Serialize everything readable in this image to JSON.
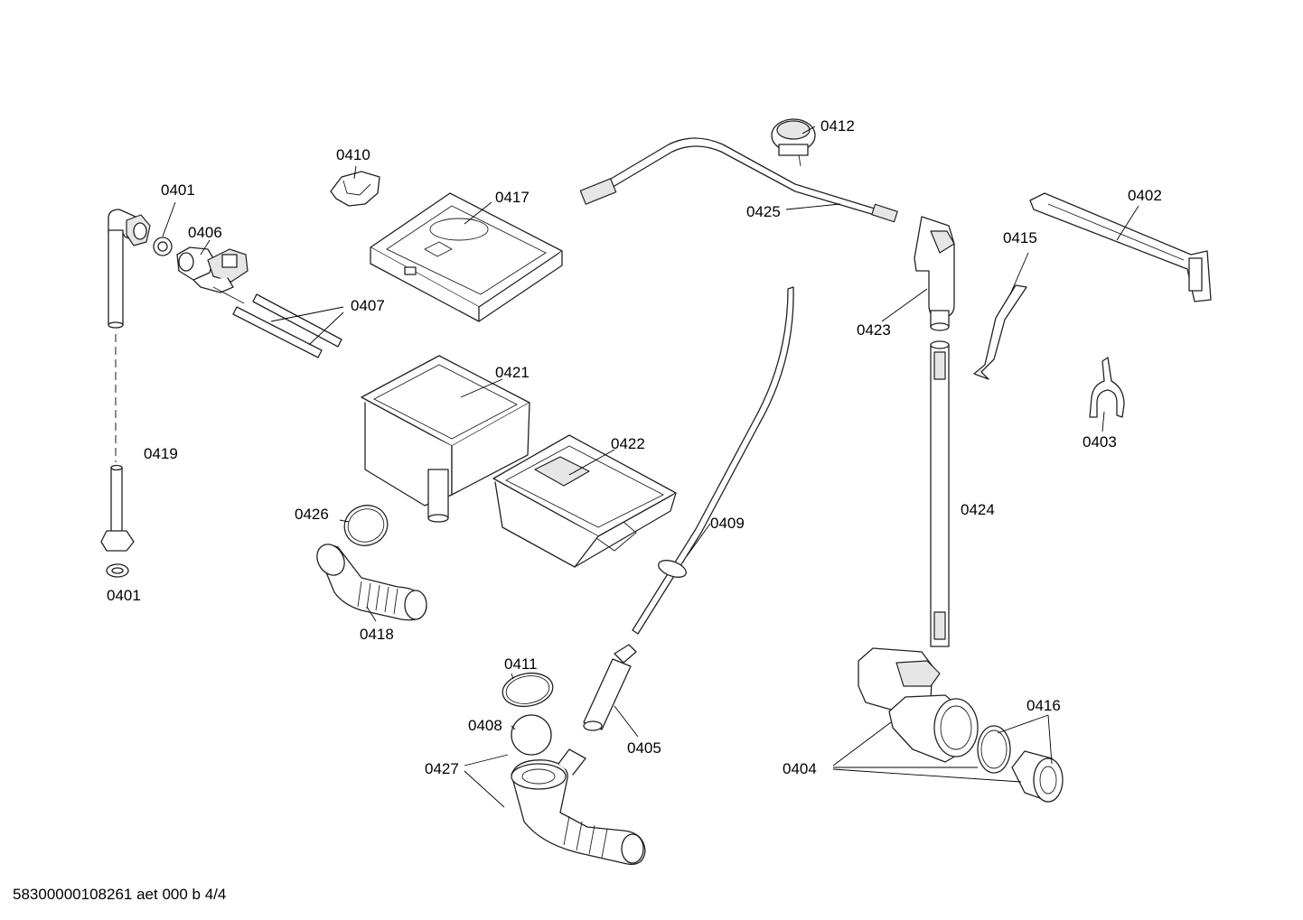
{
  "labels": {
    "p0401a": "0401",
    "p0401b": "0401",
    "p0402": "0402",
    "p0403": "0403",
    "p0404": "0404",
    "p0405": "0405",
    "p0406": "0406",
    "p0407": "0407",
    "p0408": "0408",
    "p0409": "0409",
    "p0410": "0410",
    "p0411": "0411",
    "p0412": "0412",
    "p0415": "0415",
    "p0416": "0416",
    "p0417": "0417",
    "p0418": "0418",
    "p0419": "0419",
    "p0421": "0421",
    "p0422": "0422",
    "p0423": "0423",
    "p0424": "0424",
    "p0425": "0425",
    "p0426": "0426",
    "p0427": "0427"
  },
  "footer": "58300000108261 aet 000 b 4/4"
}
